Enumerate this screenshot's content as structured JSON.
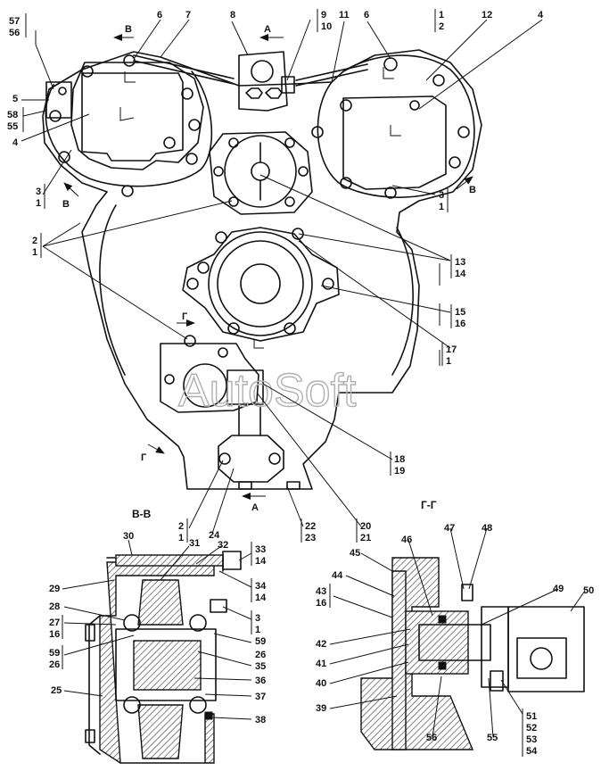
{
  "watermark": "AutoSoft",
  "section_titles": {
    "vv": "В-В",
    "gg": "Г-Г"
  },
  "view_arrows": {
    "a_top": "А",
    "a_bottom": "А",
    "v_top": "В",
    "v_left": "В",
    "v_right": "В",
    "g_mid": "Г",
    "g_low": "Г"
  },
  "labels": {
    "l57": "57",
    "l56": "56",
    "l6a": "6",
    "l7": "7",
    "l8": "8",
    "l9": "9",
    "l10": "10",
    "l11": "11",
    "l6b": "6",
    "l1a": "1",
    "l2a": "2",
    "l12": "12",
    "l4a": "4",
    "l5": "5",
    "l58": "58",
    "l55": "55",
    "l4b": "4",
    "l3a": "3",
    "l1b": "1",
    "l3b": "3",
    "l1c": "1",
    "l2b": "2",
    "l1d": "1",
    "l13": "13",
    "l14a": "14",
    "l15": "15",
    "l16a": "16",
    "l17": "17",
    "l1e": "1",
    "l18": "18",
    "l19": "19",
    "l2c": "2",
    "l1f": "1",
    "l24": "24",
    "l22": "22",
    "l23": "23",
    "l20": "20",
    "l21": "21",
    "l30": "30",
    "l31": "31",
    "l32": "32",
    "l33": "33",
    "l14b": "14",
    "l29": "29",
    "l34": "34",
    "l14c": "14",
    "l28": "28",
    "l27": "27",
    "l16b": "16",
    "l3c": "3",
    "l1g": "1",
    "l59a": "59",
    "l26a": "26",
    "l59b": "59",
    "l26b": "26",
    "l35": "35",
    "l36": "36",
    "l25": "25",
    "l37": "37",
    "l38": "38",
    "l45": "45",
    "l46": "46",
    "l47": "47",
    "l48": "48",
    "l44": "44",
    "l43": "43",
    "l16c": "16",
    "l49": "49",
    "l50": "50",
    "l42": "42",
    "l41": "41",
    "l40": "40",
    "l39": "39",
    "l56b": "56",
    "l55b": "55",
    "l51": "51",
    "l52": "52",
    "l53": "53",
    "l54": "54"
  }
}
